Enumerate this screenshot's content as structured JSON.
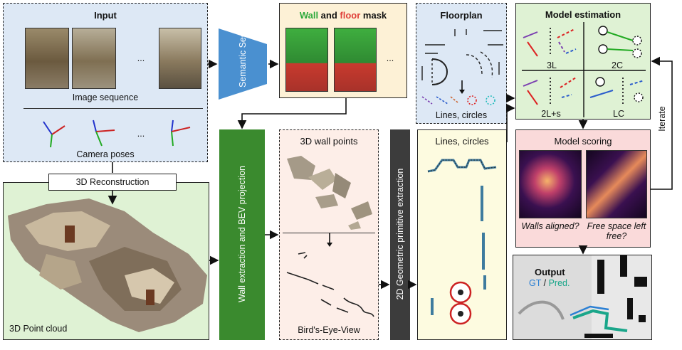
{
  "input": {
    "title": "Input",
    "image_sequence_label": "Image sequence",
    "camera_poses_label": "Camera poses",
    "ellipsis": "..."
  },
  "semantic_seg": {
    "label": "Semantic Seg."
  },
  "mask": {
    "word_wall": "Wall",
    "word_and": " and ",
    "word_floor": "floor",
    "word_mask": " mask",
    "ellipsis": "...",
    "wall_color": "#2eaa3c",
    "floor_color": "#e0413a"
  },
  "floorplan": {
    "title": "Floorplan",
    "caption": "Lines, circles"
  },
  "model_estimation": {
    "title": "Model estimation",
    "quadrants": [
      "3L",
      "2C",
      "2L+s",
      "LC"
    ]
  },
  "reconstruction": {
    "label": "3D Reconstruction"
  },
  "point_cloud": {
    "label": "3D Point cloud"
  },
  "wall_extraction": {
    "label": "Wall extraction and BEV projection"
  },
  "wall_points": {
    "title": "3D wall points",
    "bev_label": "Bird's-Eye-View"
  },
  "primitive_extraction": {
    "label": "2D Geometric primitive extraction"
  },
  "lines_circles": {
    "title": "Lines, circles"
  },
  "model_scoring": {
    "title": "Model scoring",
    "q_walls": "Walls aligned?",
    "q_free": "Free space left free?"
  },
  "iterate": {
    "label": "Iterate"
  },
  "output": {
    "title": "Output",
    "gt": "GT",
    "slash": " / ",
    "pred": "Pred.",
    "gt_color": "#2a7fd4",
    "pred_color": "#1aa68a"
  },
  "colors": {
    "input_bg": "#dde8f5",
    "mask_bg": "#fdf1d6",
    "floorplan_bg": "#dde8f5",
    "model_bg": "#dff2d4",
    "scoring_bg": "#fadada",
    "pointcloud_bg": "#dff2d4",
    "wallpts_bg": "#fdeee8",
    "lines_bg": "#fdfbe0",
    "output_bg": "#e8e8e8",
    "seg_blue": "#4a90d0",
    "wall_extract_green": "#3a8a2e",
    "primitive_dark": "#3c3c3c"
  }
}
